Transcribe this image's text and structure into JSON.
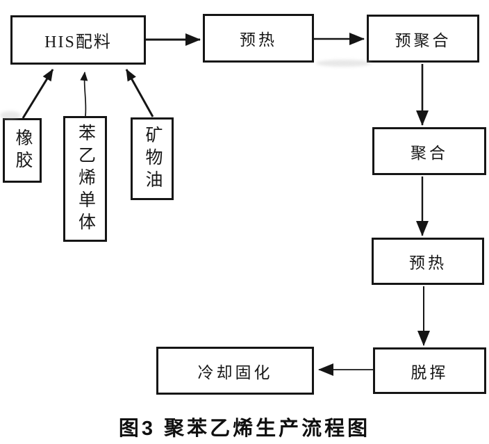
{
  "figure": {
    "caption": "图3 聚苯乙烯生产流程图"
  },
  "colors": {
    "line": "#151515",
    "background": "#ffffff",
    "text": "#171717"
  },
  "flowchart": {
    "nodes": [
      {
        "id": "his",
        "label": "HIS配料",
        "orientation": "horizontal"
      },
      {
        "id": "preheat1",
        "label": "预热",
        "orientation": "horizontal"
      },
      {
        "id": "prepoly",
        "label": "预聚合",
        "orientation": "horizontal"
      },
      {
        "id": "poly",
        "label": "聚合",
        "orientation": "horizontal"
      },
      {
        "id": "preheat2",
        "label": "预热",
        "orientation": "horizontal"
      },
      {
        "id": "devol",
        "label": "脱挥",
        "orientation": "horizontal"
      },
      {
        "id": "cool",
        "label": "冷却固化",
        "orientation": "horizontal"
      },
      {
        "id": "rubber",
        "label": "橡胶",
        "orientation": "vertical"
      },
      {
        "id": "styrene",
        "label": "苯乙烯单体",
        "orientation": "vertical"
      },
      {
        "id": "oil",
        "label": "矿物油",
        "orientation": "vertical"
      }
    ],
    "edges": [
      {
        "from": "his",
        "to": "preheat1"
      },
      {
        "from": "preheat1",
        "to": "prepoly"
      },
      {
        "from": "prepoly",
        "to": "poly"
      },
      {
        "from": "poly",
        "to": "preheat2"
      },
      {
        "from": "preheat2",
        "to": "devol"
      },
      {
        "from": "devol",
        "to": "cool"
      },
      {
        "from": "rubber",
        "to": "his"
      },
      {
        "from": "styrene",
        "to": "his"
      },
      {
        "from": "oil",
        "to": "his"
      }
    ]
  }
}
